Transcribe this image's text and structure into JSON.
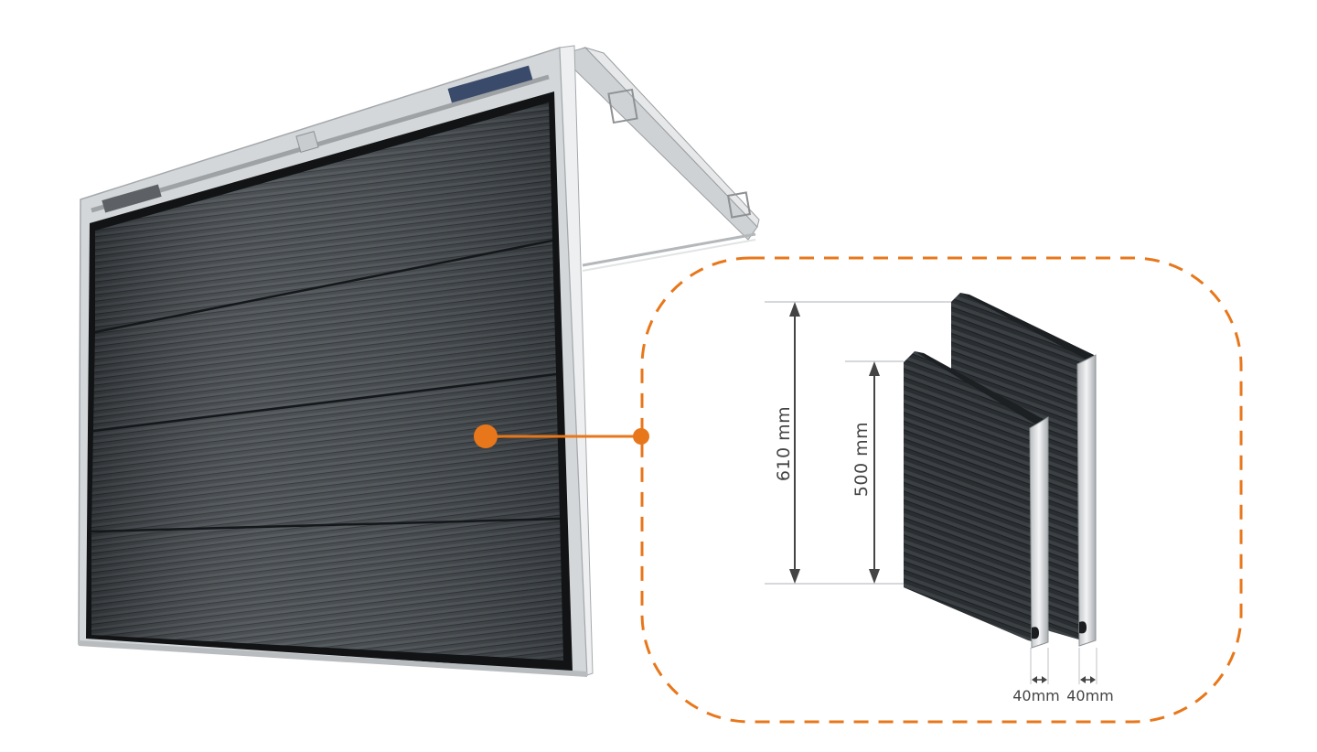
{
  "colors": {
    "accent": "#e8771b",
    "door_panel": "#3b3f43",
    "frame": "#cfd2d4",
    "dimension_line": "#444444"
  },
  "dimensions": {
    "panel_height_large": "610 mm",
    "panel_height_small": "500 mm",
    "panel_thickness_left": "40mm",
    "panel_thickness_right": "40mm"
  }
}
